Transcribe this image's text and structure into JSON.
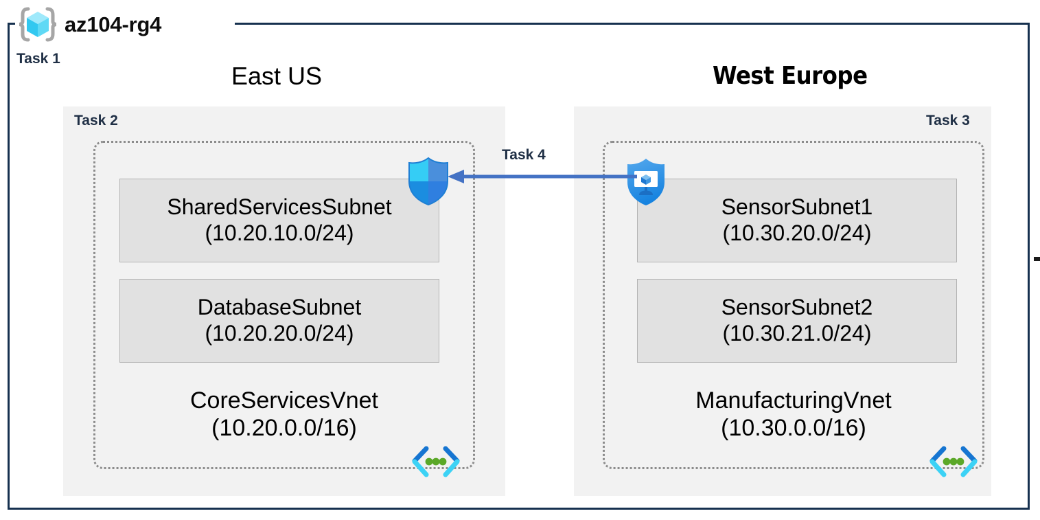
{
  "diagram": {
    "resource_group": {
      "name": "az104-rg4",
      "icon": "resource-group-cube-icon",
      "task_label": "Task 1",
      "border_color": "#16314f"
    },
    "regions": [
      {
        "id": "east-us",
        "title": "East US",
        "task_label": "Task 2",
        "background": "#f2f2f2",
        "vnet": {
          "name": "CoreServicesVnet",
          "cidr": "(10.20.0.0/16)",
          "icon": "vnet-brackets-icon",
          "border_style": "dotted",
          "border_color": "#8c8c8c",
          "subnets": [
            {
              "name": "SharedServicesSubnet",
              "cidr": "(10.20.10.0/24)"
            },
            {
              "name": "DatabaseSubnet",
              "cidr": "(10.20.20.0/24)"
            }
          ]
        },
        "security_icon": "shield-quadrant-icon"
      },
      {
        "id": "west-europe",
        "title": "West Europe",
        "task_label": "Task 3",
        "background": "#f2f2f2",
        "vnet": {
          "name": "ManufacturingVnet",
          "cidr": "(10.30.0.0/16)",
          "icon": "vnet-brackets-icon",
          "border_style": "dotted",
          "border_color": "#8c8c8c",
          "subnets": [
            {
              "name": "SensorSubnet1",
              "cidr": "(10.30.20.0/24)"
            },
            {
              "name": "SensorSubnet2",
              "cidr": "(10.30.21.0/24)"
            }
          ]
        },
        "security_icon": "shield-bastion-icon"
      }
    ],
    "connection": {
      "task_label": "Task 4",
      "direction": "right-to-left",
      "color": "#4472c4",
      "icon": "arrow-left-icon"
    },
    "colors": {
      "frame": "#16314f",
      "region_fill": "#f2f2f2",
      "subnet_fill": "#e1e1e1",
      "subnet_border": "#b4b4b4",
      "vnet_border": "#8c8c8c",
      "task_text": "#1f2f45",
      "arrow": "#4472c4",
      "icon_cyan": "#32c8f0",
      "icon_blue": "#1f8ce6",
      "icon_green": "#5ba828"
    }
  }
}
